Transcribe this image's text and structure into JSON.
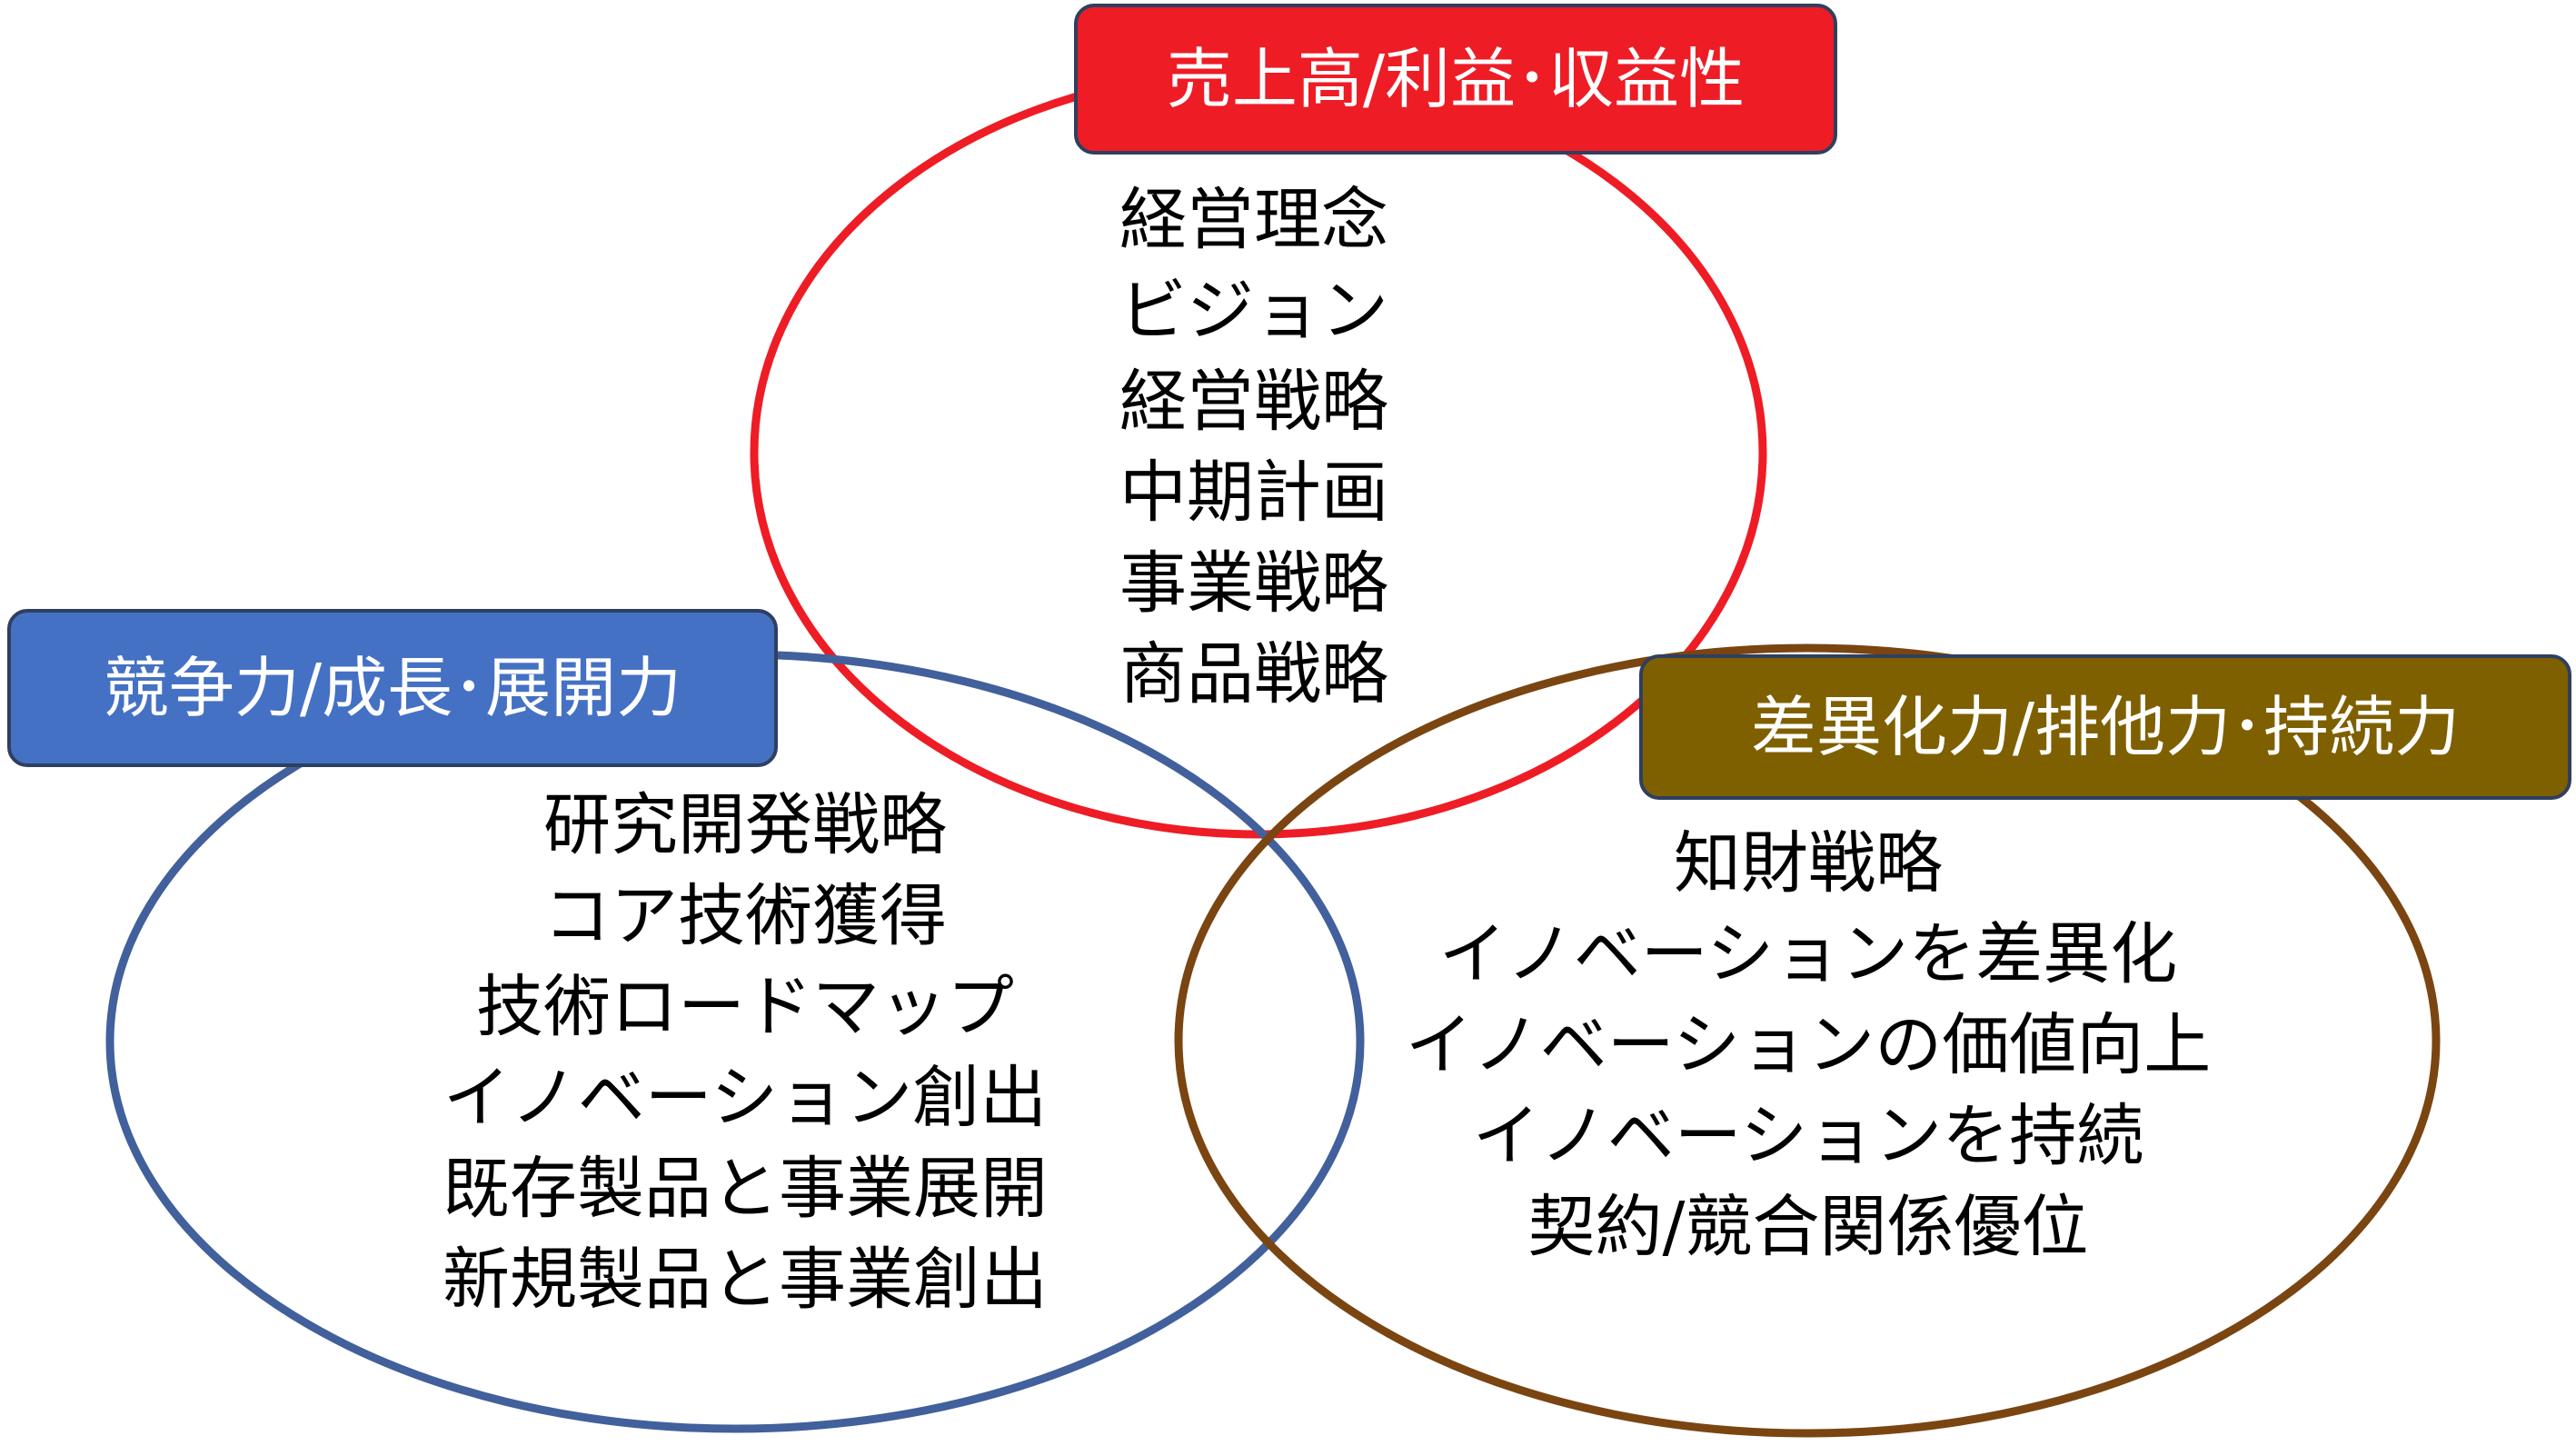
{
  "colors": {
    "red": "#ee1c25",
    "blue": "#41609c",
    "brown": "#7a4511",
    "red_fill": "#ee1c25",
    "blue_fill": "#4471c4",
    "brown_fill": "#7f6000",
    "box_border": "#2f3f5f"
  },
  "circles": [
    {
      "key": "red",
      "label": "売上高/利益･収益性",
      "items": [
        "経営理念",
        "ビジョン",
        "経営戦略",
        "中期計画",
        "事業戦略",
        "商品戦略"
      ]
    },
    {
      "key": "blue",
      "label": "競争力/成長･展開力",
      "items": [
        "研究開発戦略",
        "コア技術獲得",
        "技術ロードマップ",
        "イノベーション創出",
        "既存製品と事業展開",
        "新規製品と事業創出"
      ]
    },
    {
      "key": "brown",
      "label": "差異化力/排他力･持続力",
      "items": [
        "知財戦略",
        "イノベーションを差異化",
        "イノベーションの価値向上",
        "イノベーションを持続",
        "契約/競合関係優位"
      ]
    }
  ]
}
